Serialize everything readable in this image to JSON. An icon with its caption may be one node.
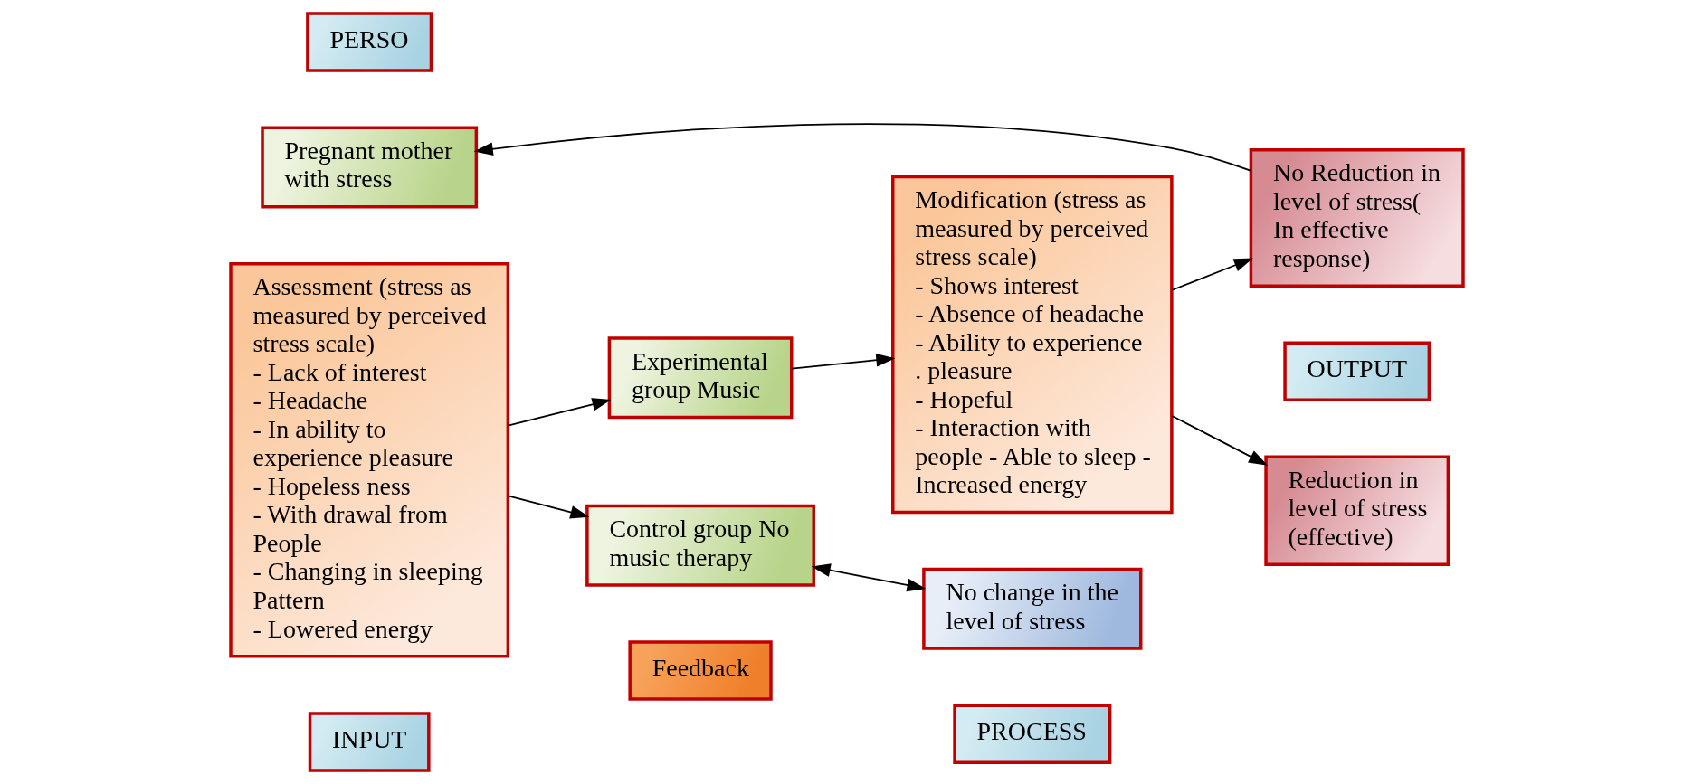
{
  "diagram": {
    "nodes": [
      {
        "text": [
          "PERSO"
        ]
      },
      {
        "text": [
          "INPUT"
        ]
      },
      {
        "text": [
          "PROCESS"
        ]
      },
      {
        "text": [
          "OUTPUT"
        ]
      },
      {
        "text": [
          "Pregnant mother with stress"
        ]
      },
      {
        "text": [
          "Assessment (stress as measured by perceived stress scale)",
          "- Lack of interest",
          "- Headache",
          "- In ability to experience pleasure",
          "- Hopeless ness",
          "- With drawal from People",
          "- Changing in sleeping Pattern",
          "- Lowered energy"
        ]
      },
      {
        "text": [
          "Experimental group Music"
        ]
      },
      {
        "text": [
          "Modification (stress as measured by perceived stress scale)",
          "- Shows interest",
          "- Absence of headache",
          "- Ability to experience . pleasure",
          "- Hopeful",
          "- Interaction with people - Able to sleep - Increased energy"
        ]
      },
      {
        "text": [
          "Reduction in level of stress (effective)"
        ]
      },
      {
        "text": [
          "Control group No music therapy"
        ]
      },
      {
        "text": [
          "No change in the level of stress"
        ]
      },
      {
        "text": [
          "No Reduction in level of stress( In effective response)"
        ]
      },
      {
        "text": [
          "Feedback"
        ]
      }
    ],
    "edges": [
      {
        "from": 5,
        "to": 6,
        "arrow": "to"
      },
      {
        "from": 5,
        "to": 9,
        "arrow": "to"
      },
      {
        "from": 6,
        "to": 7,
        "arrow": "to"
      },
      {
        "from": 7,
        "to": 8,
        "arrow": "to"
      },
      {
        "from": 7,
        "to": 11,
        "arrow": "to"
      },
      {
        "from": 9,
        "to": 10,
        "arrow": "both"
      },
      {
        "from": 11,
        "to": 4,
        "arrow": "to"
      }
    ]
  }
}
